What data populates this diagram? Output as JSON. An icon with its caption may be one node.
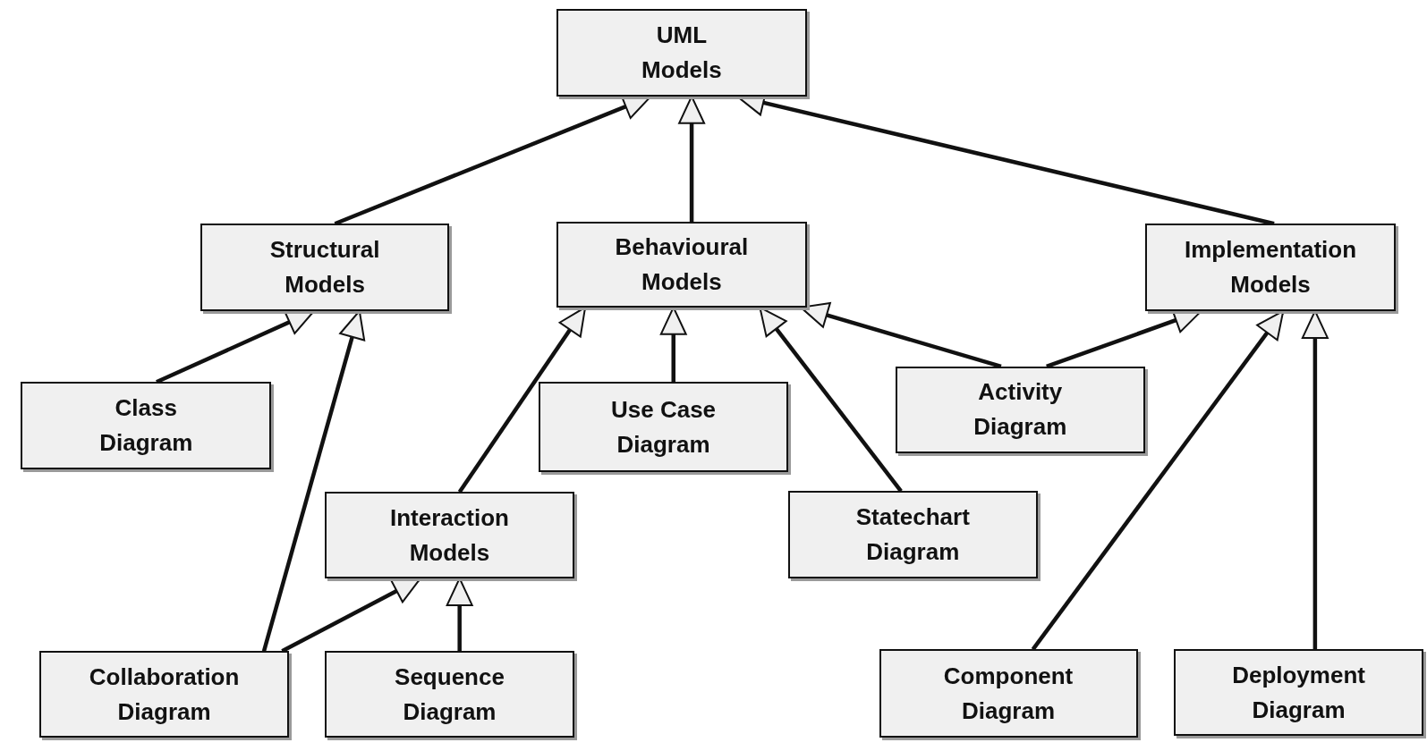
{
  "diagram": {
    "nodes": [
      {
        "text": [
          "UML Models"
        ]
      },
      {
        "text": [
          "Structural Models"
        ]
      },
      {
        "text": [
          "Behavioural Models"
        ]
      },
      {
        "text": [
          "Implementation Models"
        ]
      },
      {
        "text": [
          "Class Diagram"
        ]
      },
      {
        "text": [
          "Use Case Diagram"
        ]
      },
      {
        "text": [
          "Activity Diagram"
        ]
      },
      {
        "text": [
          "Interaction Models"
        ]
      },
      {
        "text": [
          "Statechart Diagram"
        ]
      },
      {
        "text": [
          "Collaboration Diagram"
        ]
      },
      {
        "text": [
          "Sequence Diagram"
        ]
      },
      {
        "text": [
          "Component Diagram"
        ]
      },
      {
        "text": [
          "Deployment Diagram"
        ]
      }
    ],
    "edges": [
      {
        "from": 1,
        "to": 0,
        "arrow": "to"
      },
      {
        "from": 2,
        "to": 0,
        "arrow": "to"
      },
      {
        "from": 3,
        "to": 0,
        "arrow": "to"
      },
      {
        "from": 4,
        "to": 1,
        "arrow": "to"
      },
      {
        "from": 9,
        "to": 1,
        "arrow": "to"
      },
      {
        "from": 7,
        "to": 2,
        "arrow": "to"
      },
      {
        "from": 5,
        "to": 2,
        "arrow": "to"
      },
      {
        "from": 8,
        "to": 2,
        "arrow": "to"
      },
      {
        "from": 6,
        "to": 2,
        "arrow": "to"
      },
      {
        "from": 6,
        "to": 3,
        "arrow": "to"
      },
      {
        "from": 11,
        "to": 3,
        "arrow": "to"
      },
      {
        "from": 12,
        "to": 3,
        "arrow": "to"
      },
      {
        "from": 9,
        "to": 7,
        "arrow": "to"
      },
      {
        "from": 10,
        "to": 7,
        "arrow": "to"
      }
    ]
  }
}
